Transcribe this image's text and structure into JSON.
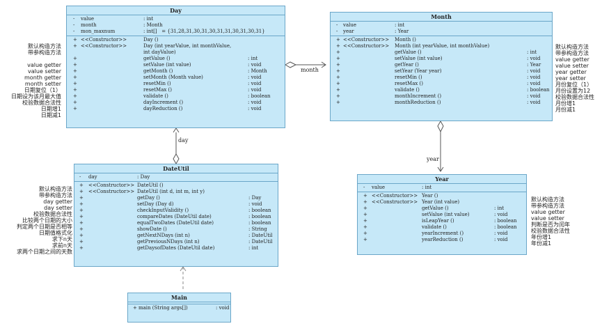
{
  "classes": {
    "day": {
      "name": "Day",
      "attrs": [
        {
          "v": "-",
          "n": "value",
          "t": ": int"
        },
        {
          "v": "-",
          "n": "month",
          "t": ": Month"
        },
        {
          "v": "-",
          "n": "mon_maxnum",
          "t": ": int[]   = {31,28,31,30,31,30,31,31,30,31,30,31}"
        }
      ],
      "ops": [
        {
          "v": "+",
          "s": "<<Constructor>>",
          "n": "Day ()",
          "t": ""
        },
        {
          "v": "+",
          "s": "<<Constructor>>",
          "n": "Day (int yearValue, int monthValue,",
          "t": ""
        },
        {
          "v": "",
          "s": "",
          "n": "int dayValue)",
          "t": ""
        },
        {
          "v": "+",
          "s": "",
          "n": "getValue ()",
          "t": ": int"
        },
        {
          "v": "+",
          "s": "",
          "n": "setValue (int value)",
          "t": ": void"
        },
        {
          "v": "+",
          "s": "",
          "n": "getMonth ()",
          "t": ": Month"
        },
        {
          "v": "+",
          "s": "",
          "n": "setMonth (Month value)",
          "t": ": void"
        },
        {
          "v": "+",
          "s": "",
          "n": "resetMin ()",
          "t": ": void"
        },
        {
          "v": "+",
          "s": "",
          "n": "resetMax ()",
          "t": ": void"
        },
        {
          "v": "+",
          "s": "",
          "n": "validate ()",
          "t": ": boolean"
        },
        {
          "v": "+",
          "s": "",
          "n": "dayIncrement ()",
          "t": ": void"
        },
        {
          "v": "+",
          "s": "",
          "n": "dayReduction ()",
          "t": ": void"
        }
      ]
    },
    "month": {
      "name": "Month",
      "attrs": [
        {
          "v": "-",
          "n": "value",
          "t": ": int"
        },
        {
          "v": "-",
          "n": "year",
          "t": ": Year"
        }
      ],
      "ops": [
        {
          "v": "+",
          "s": "<<Constructor>>",
          "n": "Month ()",
          "t": ""
        },
        {
          "v": "+",
          "s": "<<Constructor>>",
          "n": "Month (int yearValue, int monthValue)",
          "t": ""
        },
        {
          "v": "+",
          "s": "",
          "n": "getValue ()",
          "t": ": int"
        },
        {
          "v": "+",
          "s": "",
          "n": "setValue (int value)",
          "t": ": void"
        },
        {
          "v": "+",
          "s": "",
          "n": "getYear ()",
          "t": ": Year"
        },
        {
          "v": "+",
          "s": "",
          "n": "setYear (Year year)",
          "t": ": void"
        },
        {
          "v": "+",
          "s": "",
          "n": "resetMin ()",
          "t": ": void"
        },
        {
          "v": "+",
          "s": "",
          "n": "resetMax ()",
          "t": ": void"
        },
        {
          "v": "+",
          "s": "",
          "n": "validate ()",
          "t": ": boolean"
        },
        {
          "v": "+",
          "s": "",
          "n": "monthIncrement ()",
          "t": ": void"
        },
        {
          "v": "+",
          "s": "",
          "n": "monthReduction ()",
          "t": ": void"
        }
      ]
    },
    "dateutil": {
      "name": "DateUtil",
      "attrs": [
        {
          "v": "-",
          "n": "day",
          "t": ": Day"
        }
      ],
      "ops": [
        {
          "v": "+",
          "s": "<<Constructor>>",
          "n": "DateUtil ()",
          "t": ""
        },
        {
          "v": "+",
          "s": "<<Constructor>>",
          "n": "DateUtil (int d, int m, int y)",
          "t": ""
        },
        {
          "v": "+",
          "s": "",
          "n": "getDay ()",
          "t": ": Day"
        },
        {
          "v": "+",
          "s": "",
          "n": "setDay (Day d)",
          "t": ": void"
        },
        {
          "v": "+",
          "s": "",
          "n": "checkInputValidity ()",
          "t": ": boolean"
        },
        {
          "v": "+",
          "s": "",
          "n": "compareDates (DateUtil date)",
          "t": ": boolean"
        },
        {
          "v": "+",
          "s": "",
          "n": "equalTwoDates (DateUtil date)",
          "t": ": boolean"
        },
        {
          "v": "+",
          "s": "",
          "n": "showDate ()",
          "t": ": String"
        },
        {
          "v": "+",
          "s": "",
          "n": "getNextNDays (int n)",
          "t": ": DateUtil"
        },
        {
          "v": "+",
          "s": "",
          "n": "getPreviousNDays (int n)",
          "t": ": DateUtil"
        },
        {
          "v": "+",
          "s": "",
          "n": "getDaysofDates (DateUtil date)",
          "t": ": int"
        }
      ]
    },
    "year": {
      "name": "Year",
      "attrs": [
        {
          "v": "-",
          "n": "value",
          "t": ": int"
        }
      ],
      "ops": [
        {
          "v": "+",
          "s": "<<Constructor>>",
          "n": "Year ()",
          "t": ""
        },
        {
          "v": "+",
          "s": "<<Constructor>>",
          "n": "Year (int value)",
          "t": ""
        },
        {
          "v": "+",
          "s": "",
          "n": "getValue ()",
          "t": ": int"
        },
        {
          "v": "+",
          "s": "",
          "n": "setValue (int value)",
          "t": ": void"
        },
        {
          "v": "+",
          "s": "",
          "n": "isLeapYear ()",
          "t": ": boolean"
        },
        {
          "v": "+",
          "s": "",
          "n": "validate ()",
          "t": ": boolean"
        },
        {
          "v": "+",
          "s": "",
          "n": "yearIncrement ()",
          "t": ": void"
        },
        {
          "v": "+",
          "s": "",
          "n": "yearReduction ()",
          "t": ": void"
        }
      ]
    },
    "main": {
      "name": "Main",
      "attrs": [],
      "ops": [
        {
          "v": "+",
          "s": "",
          "n": "main (String args[])",
          "t": ": void"
        }
      ]
    }
  },
  "links": {
    "day_month": "month",
    "day_dateutil": "day",
    "month_year": "year"
  },
  "notes": {
    "day": [
      "默认构造方法",
      "带参构造方法",
      "",
      "value getter",
      "value setter",
      "month getter",
      "month setter",
      "日期复位（1）",
      "日期设为该月最大值",
      "校验数据合法性",
      "日期增1",
      "日期减1"
    ],
    "month": [
      "默认构造方法",
      "带参构造方法",
      "value getter",
      "value setter",
      "year getter",
      "year setter",
      "月份复位（1）",
      "月份设置为12",
      "校验数据合法性",
      "月份增1",
      "月份减1"
    ],
    "dateutil": [
      "默认构造方法",
      "带参构造方法",
      "day getter",
      "day setter",
      "校验数据合法性",
      "比较两个日期的大小",
      "判定两个日期是否相等",
      "日期值格式化",
      "求下n天",
      "求前n天",
      "求两个日期之间的天数"
    ],
    "year": [
      "默认构造方法",
      "带参构造方法",
      "value getter",
      "value setter",
      "判断是否为闰年",
      "校验数据合法性",
      "年份增1",
      "年份减1"
    ]
  }
}
